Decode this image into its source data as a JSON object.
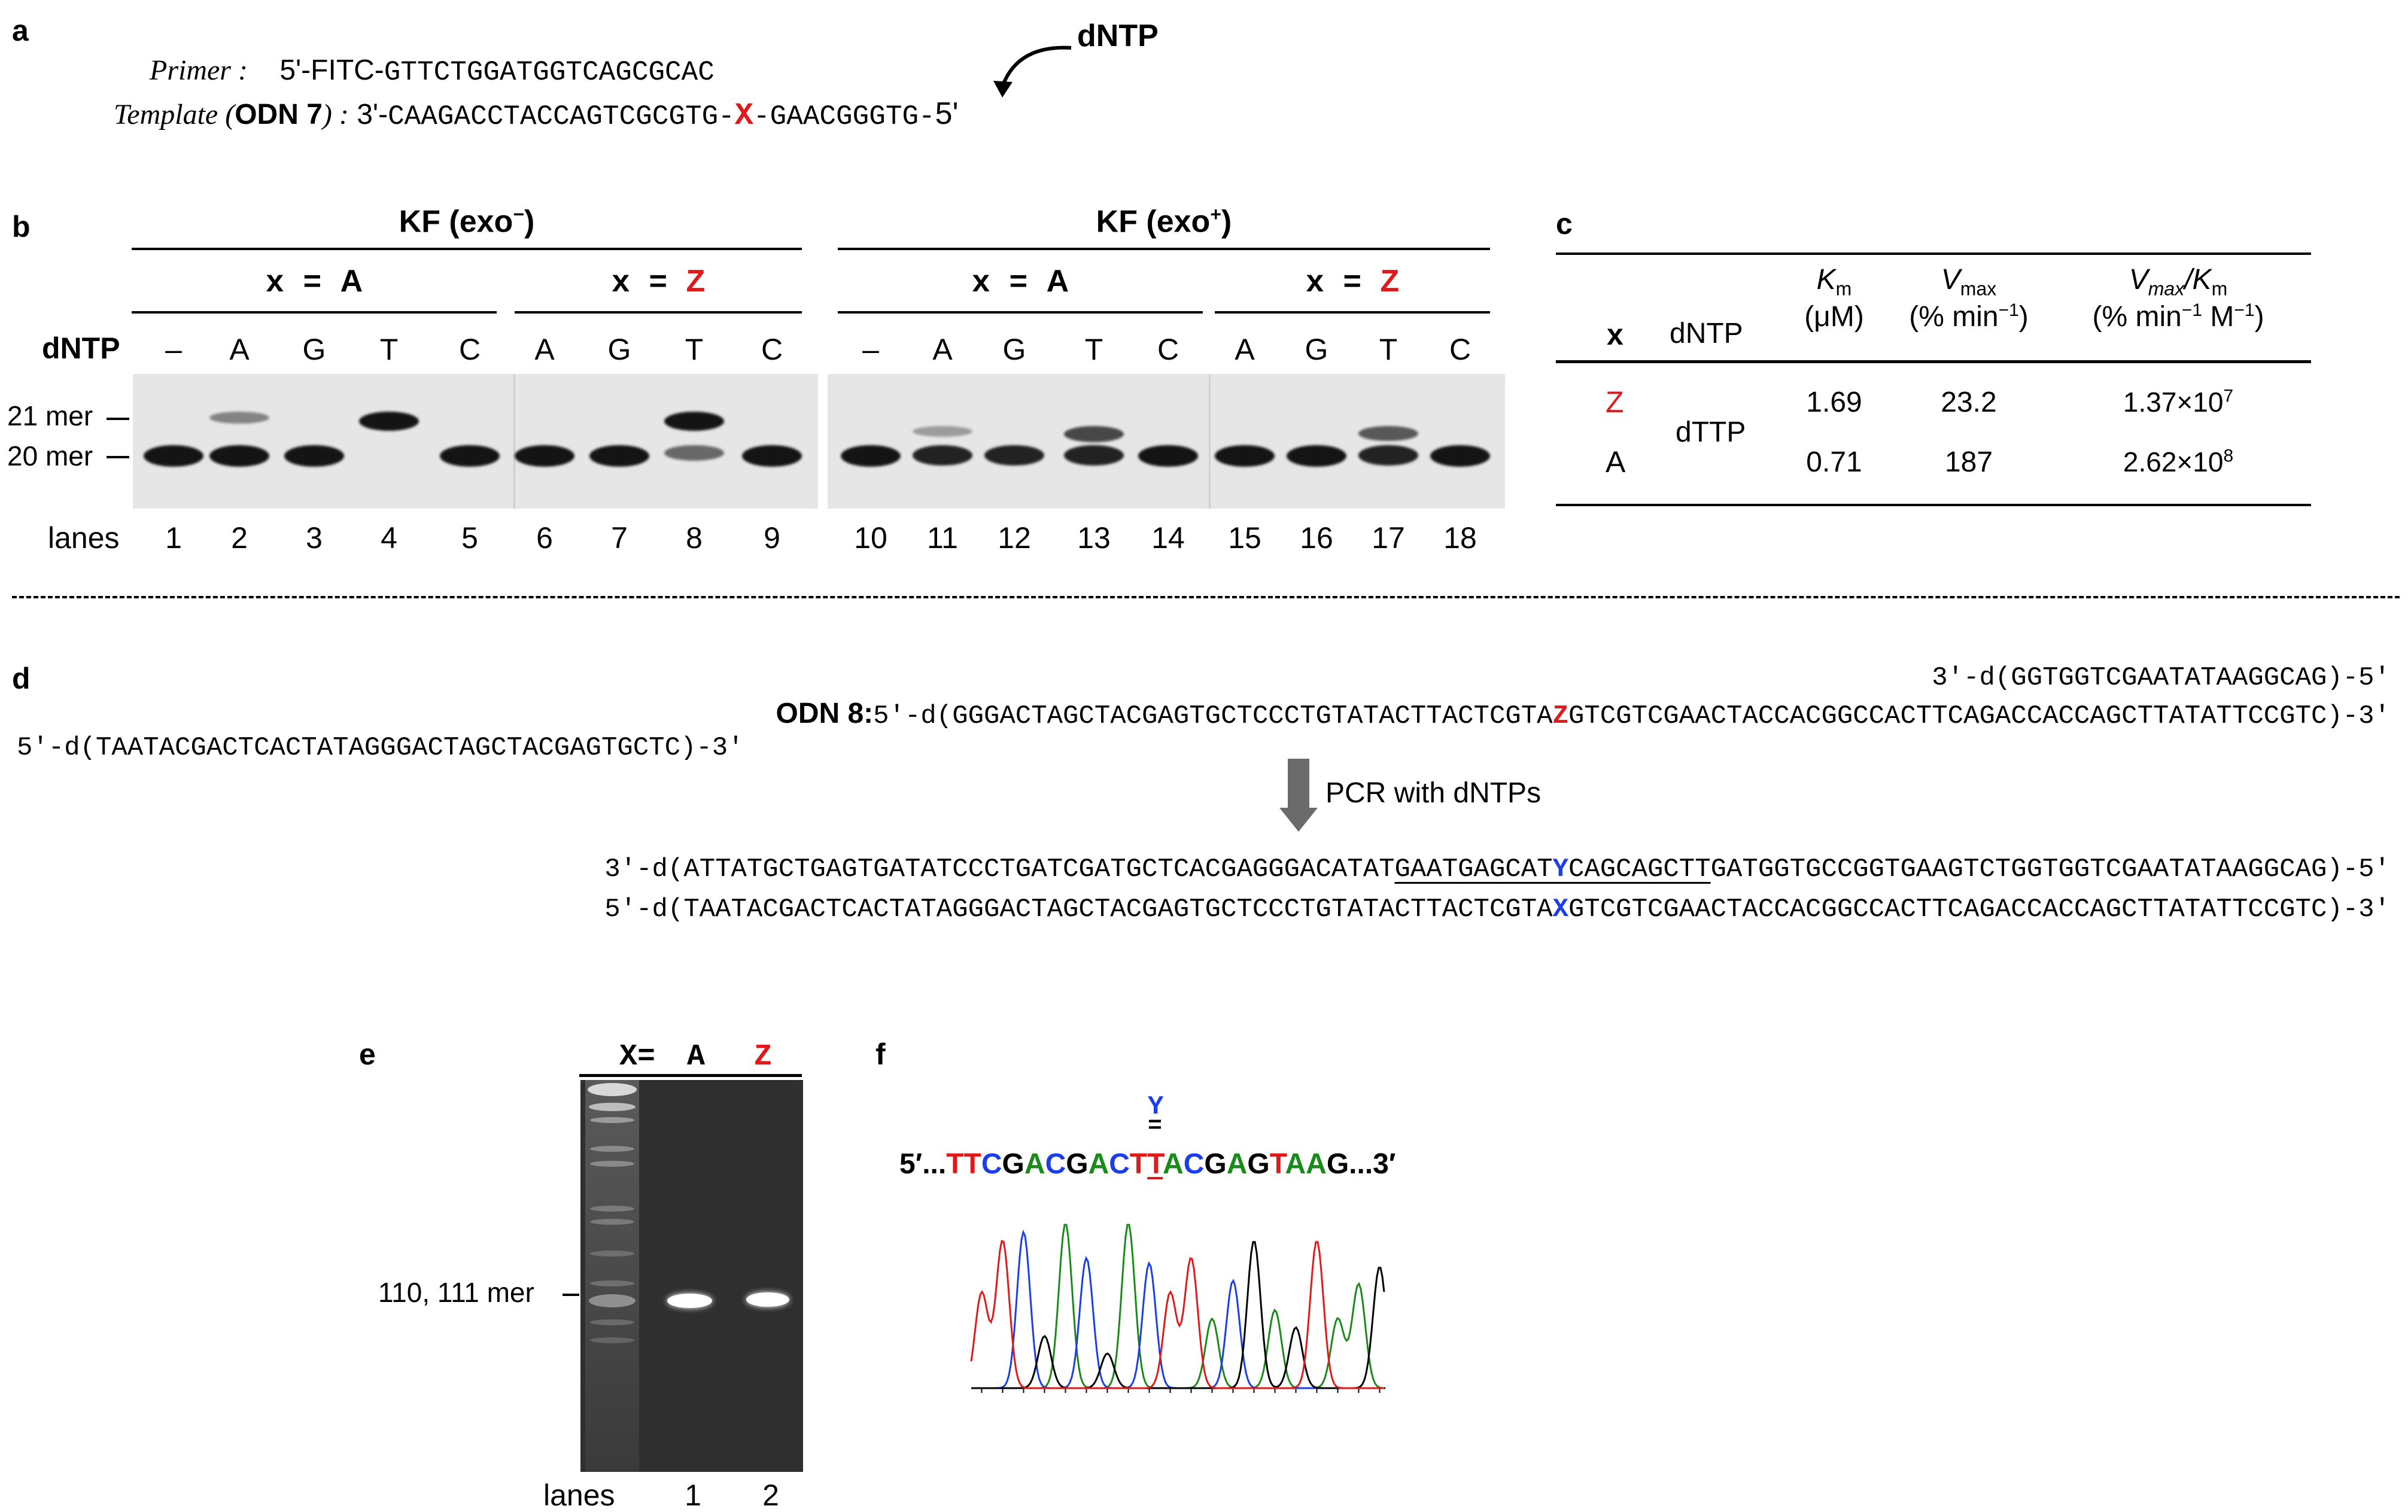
{
  "panels": {
    "a": "a",
    "b": "b",
    "c": "c",
    "d": "d",
    "e": "e",
    "f": "f"
  },
  "a": {
    "primer_label": "Primer :",
    "primer_prefix": "5'-FITC-",
    "primer_seq": "GTTCTGGATGGTCAGCGCAC",
    "template_label_pre": "Template (",
    "template_label_odn": "ODN 7",
    "template_label_post": ") :",
    "template_3": "3'-",
    "template_seq1": "CAAGACCTACCAGTCGCGTG-",
    "template_x": "X",
    "template_seq2": "-GAACGGGTG-",
    "template_5": "5'",
    "dntp_label": "dNTP"
  },
  "b": {
    "enzyme_left": "KF (exo",
    "enzyme_left_sup": "−",
    "enzyme_right": "KF (exo",
    "enzyme_right_sup": "+",
    "x_eq": "x = ",
    "groups": [
      {
        "x": "x = ",
        "val": "A",
        "red": false
      },
      {
        "x": "x = ",
        "val": "Z",
        "red": true
      },
      {
        "x": "x = ",
        "val": "A",
        "red": false
      },
      {
        "x": "x = ",
        "val": "Z",
        "red": true
      }
    ],
    "dntp_label": "dNTP",
    "dntp_row": [
      "–",
      "A",
      "G",
      "T",
      "C",
      "A",
      "G",
      "T",
      "C",
      "–",
      "A",
      "G",
      "T",
      "C",
      "A",
      "G",
      "T",
      "C"
    ],
    "marker_21": "21 mer",
    "marker_20": "20 mer",
    "lanes_label": "lanes",
    "lanes": [
      "1",
      "2",
      "3",
      "4",
      "5",
      "6",
      "7",
      "8",
      "9",
      "10",
      "11",
      "12",
      "13",
      "14",
      "15",
      "16",
      "17",
      "18"
    ],
    "band_levels": {
      "lane_product_21": [
        0,
        0.35,
        0,
        1,
        0,
        0,
        0,
        1,
        0,
        0,
        0.2,
        0,
        0.7,
        0,
        0,
        0,
        0.6,
        0
      ],
      "lane_primer_20": [
        1,
        1,
        1,
        0,
        1,
        1,
        1,
        0.4,
        1,
        1,
        0.9,
        0.9,
        0.9,
        1,
        1,
        1,
        0.9,
        1
      ]
    }
  },
  "c": {
    "headers": {
      "x": "x",
      "dntp": "dNTP",
      "km": "K",
      "km_sub": "m",
      "km_unit": "(μM)",
      "vmax": "V",
      "vmax_sub": "max",
      "vmax_unit": "(% min",
      "vmax_unit_sup": "−1",
      "vmax_unit_end": ")",
      "eff": "V",
      "eff_sub": "max",
      "eff_mid": "/K",
      "eff_sub2": "m",
      "eff_unit": "(% min",
      "eff_unit_sup": "−1",
      "eff_unit_mid": " M",
      "eff_unit_sup2": "−1",
      "eff_unit_end": ")"
    },
    "rows": [
      {
        "x": "Z",
        "km": "1.69",
        "vmax": "23.2",
        "eff_base": "1.37×10",
        "eff_exp": "7"
      },
      {
        "x": "A",
        "km": "0.71",
        "vmax": "187",
        "eff_base": "2.62×10",
        "eff_exp": "8"
      }
    ],
    "dntp_value": "dTTP"
  },
  "d": {
    "rev_primer": "3′-d(GGTGGTCGAATATAAGGCAG)-5′",
    "odn8_label": "ODN 8:",
    "odn8_pre": "5′-d(GGGACTAGCTACGAGTGCTCCCTGTATACTTACTCGTA",
    "odn8_z": "Z",
    "odn8_post": "GTCGTCGAACTACCACGGCCACTTCAGACCACCAGCTTATATTCCGTC)-3′",
    "fwd_primer": "5′-d(TAATACGACTCACTATAGGGACTAGCTACGAGTGCTC)-3′",
    "pcr_label": "PCR with dNTPs",
    "prod_top_pre": "3′-d(ATTATGCTGAGTGATATCCCTGATCGATGCTCACGAGGGACATAT",
    "prod_top_ul1": "GAATGAGCAT",
    "prod_top_y": "Y",
    "prod_top_ul2": "CAGCAGCTT",
    "prod_top_post": "GATGGTGCCGGTGAAGTCTGGTGGTCGAATATAAGGCAG)-5′",
    "prod_bot_pre": "5′-d(TAATACGACTCACTATAGGGACTAGCTACGAGTGCTCCCTGTATACTTACTCGTA",
    "prod_bot_x": "X",
    "prod_bot_post": "GTCGTCGAACTACCACGGCCACTTCAGACCACCAGCTTATATTCCGTC)-3′"
  },
  "e": {
    "x_label": "X=",
    "lane_A": "A",
    "lane_Z": "Z",
    "marker": "110, 111 mer",
    "lanes_label": "lanes",
    "lanes": [
      "1",
      "2"
    ]
  },
  "f": {
    "y_label": "Y",
    "pair_mark": "=",
    "seq_5": "5′...",
    "seq_3": "...3′",
    "bases": [
      "T",
      "T",
      "C",
      "G",
      "A",
      "C",
      "G",
      "A",
      "C",
      "T",
      "T",
      "A",
      "C",
      "G",
      "A",
      "G",
      "T",
      "A",
      "A",
      "G"
    ],
    "base_colors": {
      "T": "#e0191b",
      "C": "#1c3ee8",
      "G": "#000000",
      "A": "#1a8a1a"
    },
    "peak_heights": [
      0.55,
      0.85,
      0.9,
      0.3,
      0.95,
      0.75,
      0.2,
      0.95,
      0.72,
      0.55,
      0.75,
      0.4,
      0.62,
      0.85,
      0.45,
      0.35,
      0.85,
      0.4,
      0.6,
      0.7
    ]
  },
  "colors": {
    "red": "#e0191b",
    "blue": "#1c3ee8",
    "green": "#1a8a1a",
    "black": "#000000"
  }
}
